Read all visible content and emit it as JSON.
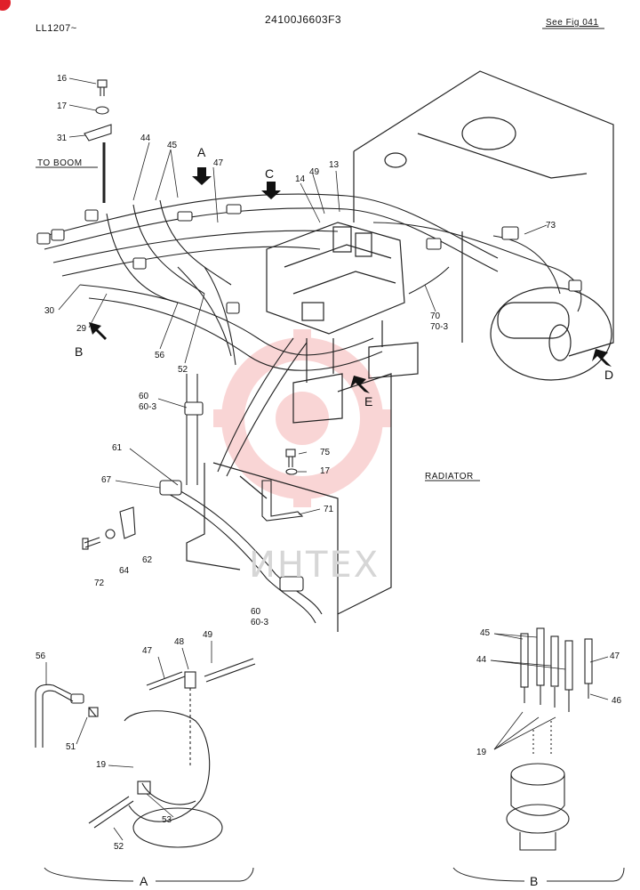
{
  "header": {
    "model": "LL1207~",
    "part_number": "24100J6603F3",
    "see_fig": "See Fig 041"
  },
  "labels": {
    "to_boom": "TO BOOM",
    "radiator": "RADIATOR",
    "watermark": "ИНТЕХ"
  },
  "views": {
    "a": "A",
    "b": "B",
    "c": "C",
    "d": "D",
    "e": "E"
  },
  "callouts": {
    "p16": "16",
    "p17a": "17",
    "p31": "31",
    "p44": "44",
    "p45": "45",
    "p47": "47",
    "p49": "49",
    "p13": "13",
    "p14": "14",
    "p30": "30",
    "p29": "29",
    "p56": "56",
    "p52": "52",
    "p60a": "60",
    "p60_3a": "60-3",
    "p61": "61",
    "p67": "67",
    "p62": "62",
    "p64": "64",
    "p72": "72",
    "p75": "75",
    "p17b": "17",
    "p71": "71",
    "p60b": "60",
    "p60_3b": "60-3",
    "p70": "70",
    "p70_3": "70-3",
    "p73": "73",
    "a56": "56",
    "a47": "47",
    "a48": "48",
    "a49": "49",
    "a51": "51",
    "a19": "19",
    "a53": "53",
    "a52": "52",
    "b45": "45",
    "b44": "44",
    "b47": "47",
    "b46": "46",
    "b19": "19"
  },
  "colors": {
    "badge": "#e0202a",
    "watermark": "#f2b8b8"
  }
}
